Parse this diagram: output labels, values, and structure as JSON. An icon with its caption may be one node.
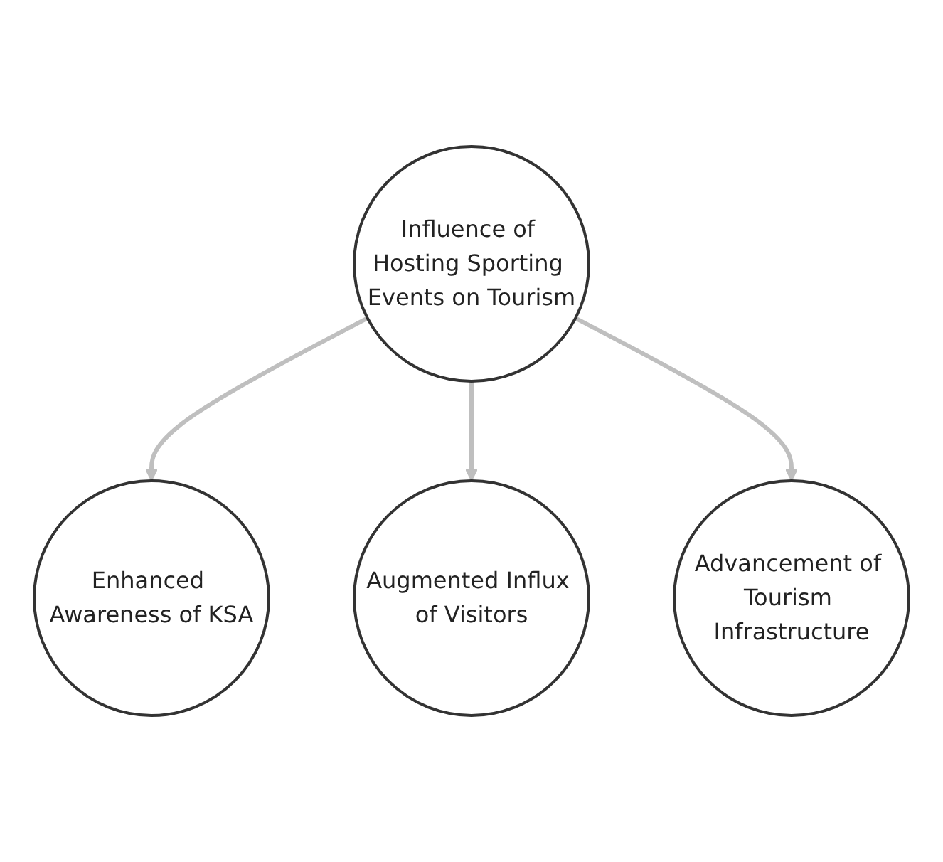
{
  "diagram": {
    "nodes": [
      {
        "text": [
          "Enhanced Awareness of KSA"
        ]
      },
      {
        "text": [
          "Influence of Hosting Sporting Events on Tourism"
        ]
      },
      {
        "text": [
          "Augmented Influx of Visitors"
        ]
      },
      {
        "text": [
          "Advancement of Tourism Infrastructure"
        ]
      }
    ],
    "edges": [
      {
        "from": 1,
        "to": 0,
        "arrow": "to"
      },
      {
        "from": 1,
        "to": 2,
        "arrow": "to"
      },
      {
        "from": 1,
        "to": 3,
        "arrow": "to"
      }
    ]
  }
}
